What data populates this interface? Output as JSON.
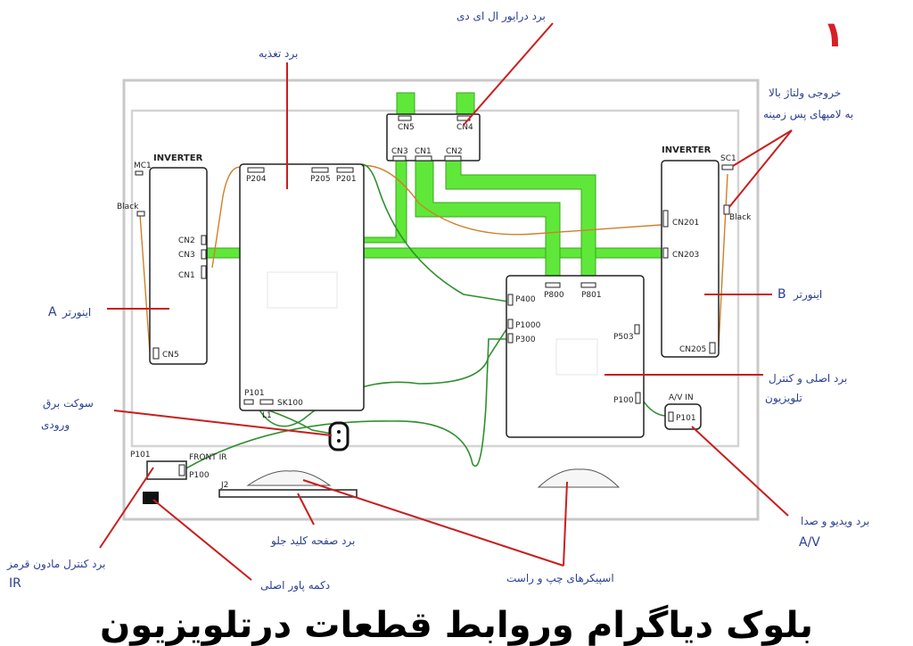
{
  "page_number": "۱",
  "title": "بلوک دیاگرام وروابط قطعات درتلویزیون",
  "boards": {
    "inverter_left": {
      "title": "INVERTER",
      "ports": [
        "MC1",
        "Black",
        "CN2",
        "CN3",
        "CN1",
        "CN5"
      ]
    },
    "power": {
      "ports": [
        "P204",
        "P205",
        "P201",
        "P101",
        "SK100",
        "L1"
      ]
    },
    "lcd_driver": {
      "ports": [
        "CN5",
        "CN4",
        "CN3",
        "CN1",
        "CN2"
      ]
    },
    "inverter_right": {
      "title": "INVERTER",
      "ports": [
        "SC1",
        "CN201",
        "Black",
        "CN203",
        "CN205"
      ]
    },
    "main": {
      "ports": [
        "P400",
        "P800",
        "P801",
        "P1000",
        "P300",
        "P503",
        "P100"
      ]
    },
    "av_in": {
      "title": "A/V IN",
      "port": "P101"
    },
    "front_ir": {
      "title": "FRONT IR",
      "left": "P101",
      "right": "P100"
    },
    "keypad": {
      "port": "J2"
    }
  },
  "callouts": {
    "lcd_driver": "برد درایور ال ای دی",
    "power": "برد تغذیه",
    "lamp_out_1": "خروجی ولتاژ بالا",
    "lamp_out_2": "به لامپهای پس زمینه",
    "inverter_a": "اینورتر",
    "inverter_a_en": "A",
    "inverter_b": "اینورتر",
    "inverter_b_en": "B",
    "main_board_1": "برد اصلی و کنترل",
    "main_board_2": "تلویزیون",
    "socket_1": "سوکت برق",
    "socket_2": "ورودی",
    "av_1": "برد ویدیو و صدا",
    "av_en": "A/V",
    "keypad": "برد صفحه کلید جلو",
    "ir_1": "برد کنترل مادون قرمز",
    "ir_en": "IR",
    "power_button": "دکمه پاور اصلی",
    "speakers": "اسپیکرهای چپ و راست"
  },
  "colors": {
    "ribbon": "#5fe83a",
    "wire_green": "#2f8f2f",
    "wire_orange": "#d07f2a",
    "callout": "#c81e1e",
    "text": "#2a3f93"
  }
}
